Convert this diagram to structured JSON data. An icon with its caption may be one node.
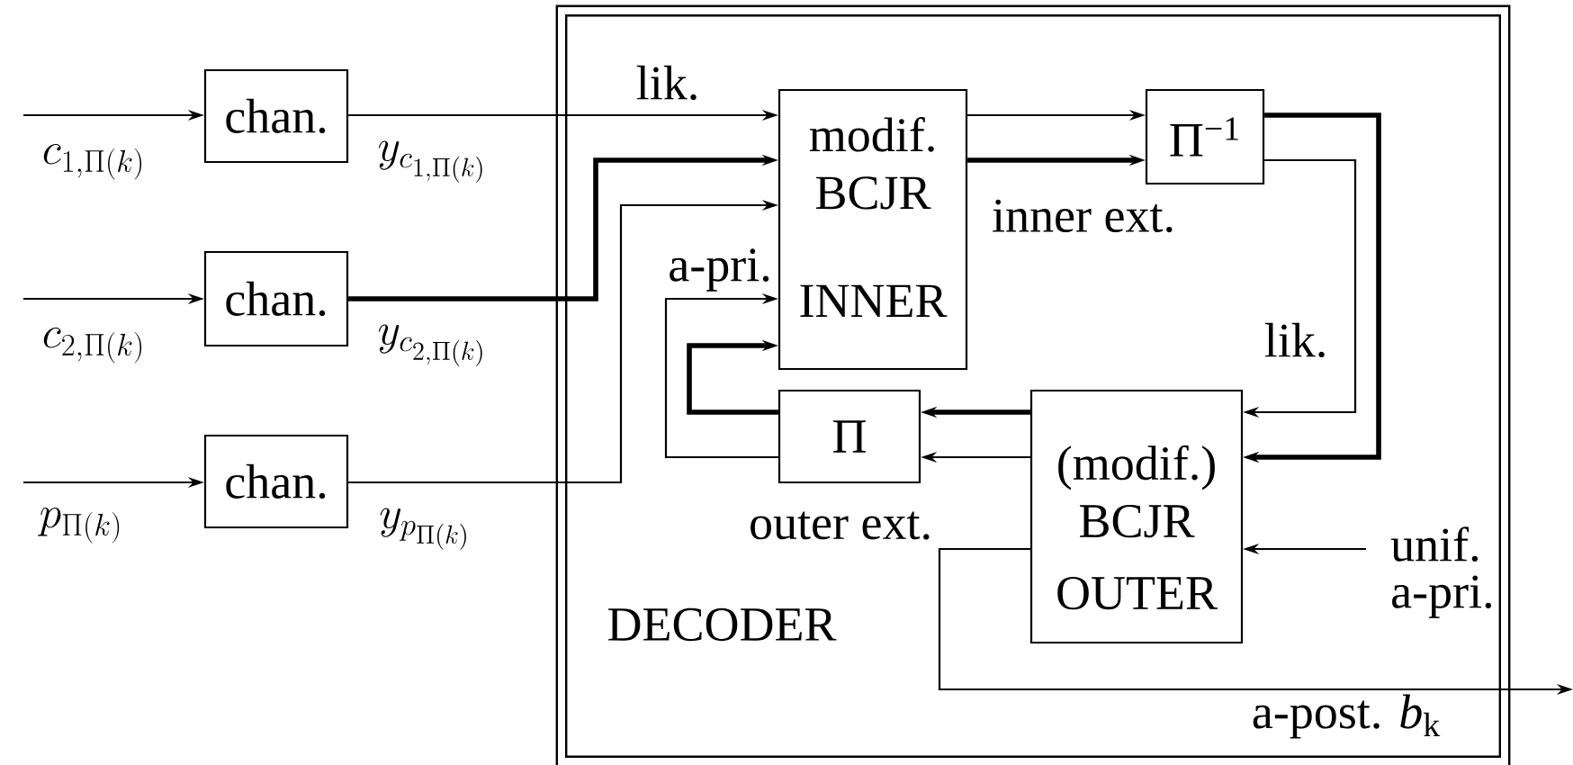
{
  "diagram": {
    "nodes": [
      {
        "text": [
          "DECODER"
        ]
      },
      {
        "text": [
          "chan."
        ]
      },
      {
        "text": [
          "chan."
        ]
      },
      {
        "text": [
          "chan."
        ]
      },
      {
        "text": [
          "modif.",
          "BCJR",
          "INNER"
        ],
        "in": 0
      },
      {
        "text": [
          "Π$^{−1}$"
        ],
        "in": 0
      },
      {
        "text": [
          "Π"
        ],
        "in": 0
      },
      {
        "text": [
          "(modif.)",
          "BCJR",
          "OUTER"
        ],
        "in": 0
      }
    ],
    "edges": [
      {
        "from": null,
        "to": 1,
        "arrow": "to",
        "label": "c_{1,\\Pi(k)}"
      },
      {
        "from": null,
        "to": 2,
        "arrow": "to",
        "label": "c_{2,\\Pi(k)}"
      },
      {
        "from": null,
        "to": 3,
        "arrow": "to",
        "label": "p_{\\Pi(k)}"
      },
      {
        "from": 1,
        "to": 4,
        "arrow": "to",
        "label": "y_{c_{1,\\Pi(k)}}"
      },
      {
        "from": 2,
        "to": 4,
        "arrow": "to",
        "label": "y_{c_{2,\\Pi(k)}}",
        "style": "thick"
      },
      {
        "from": 3,
        "to": 4,
        "arrow": "to",
        "label": "y_{p_{\\Pi(k)}}"
      },
      {
        "from": 4,
        "to": 5,
        "arrow": "to"
      },
      {
        "from": 4,
        "to": 5,
        "arrow": "to",
        "style": "thick"
      },
      {
        "from": 5,
        "to": 7,
        "arrow": "to",
        "style": "thick"
      },
      {
        "from": 5,
        "to": 7,
        "arrow": "to"
      },
      {
        "from": 7,
        "to": 6,
        "arrow": "to",
        "style": "thick"
      },
      {
        "from": 7,
        "to": 6,
        "arrow": "to"
      },
      {
        "from": 6,
        "to": 4,
        "arrow": "to",
        "style": "thick"
      },
      {
        "from": 6,
        "to": 4,
        "arrow": "to"
      },
      {
        "from": null,
        "to": 7,
        "arrow": "to",
        "label": "unif. a-pri."
      },
      {
        "from": 7,
        "to": null,
        "arrow": "to",
        "label": "a-post. *b*$_{k}$"
      }
    ],
    "labels": [
      "lik.",
      "a-pri.",
      "inner ext.",
      "lik.",
      "outer ext."
    ]
  }
}
